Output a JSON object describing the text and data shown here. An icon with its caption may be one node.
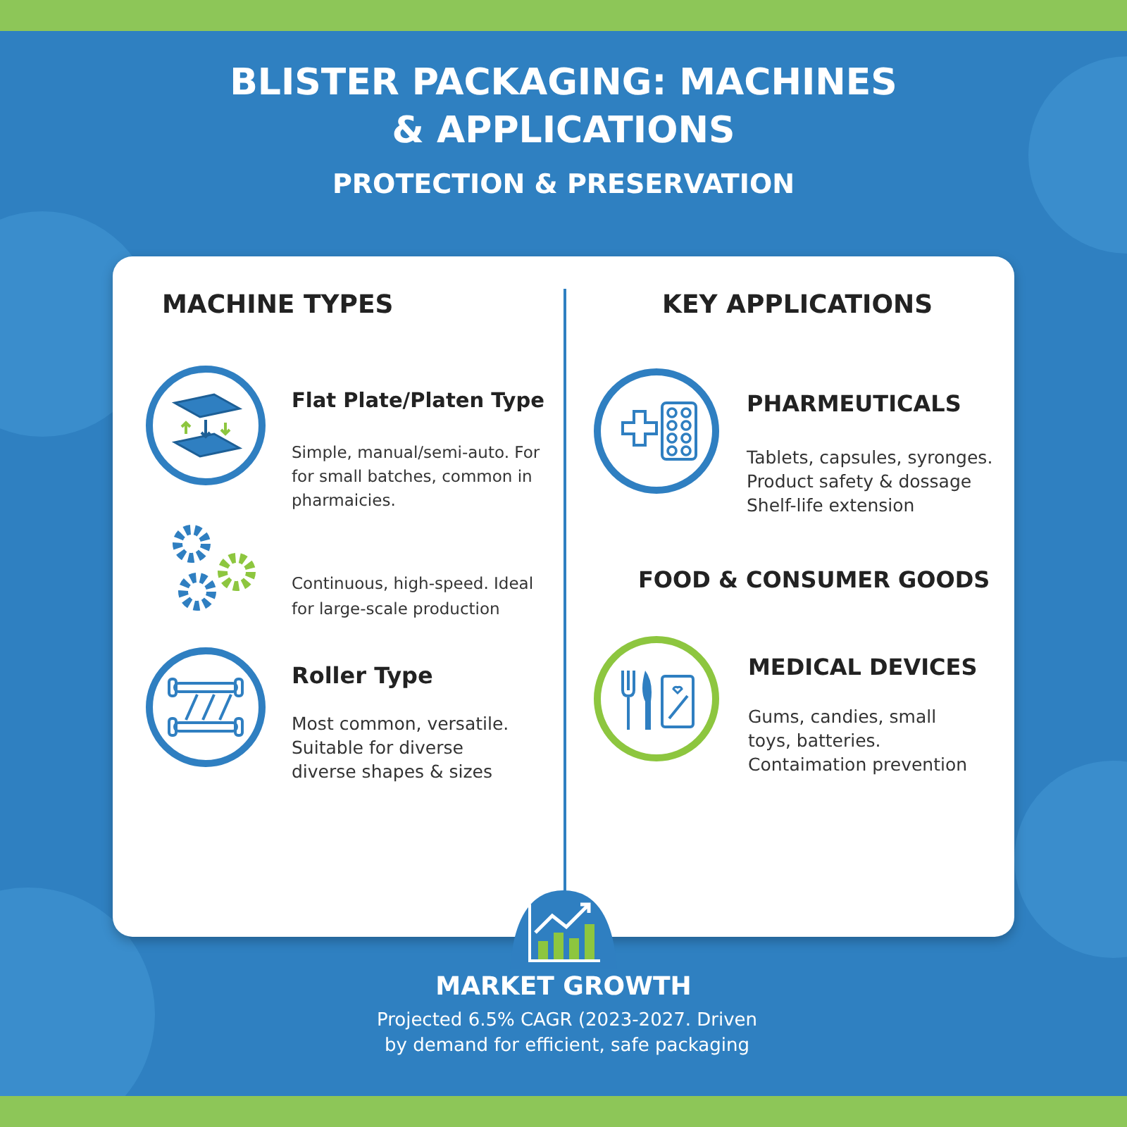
{
  "diagram": {
    "title": "BLISTER PACKAGING: MACHINES & APPLICATIONS",
    "labels": [
      "PROTECTION & PRESERVATION",
      "MACHINE TYPES",
      "Flat Plate/Platen Type",
      "Simple, manual/semi-auto. For for small batches, common in pharmaicies.",
      "Continuous, high-speed. Ideal for large-scale production",
      "Roller Type",
      "Most common, versatile. Suitable for diverse diverse shapes & sizes",
      "KEY APPLICATIONS",
      "PHARMEUTICALS",
      "Tablets, capsules, syronges. Product safety & dossage Shelf-life extension",
      "FOOD & CONSUMER GOODS",
      "MEDICAL DEVICES",
      "Gums, candies, small toys, batteries. Contaimation prevention",
      "MARKET GROWTH",
      "Projected 6.5% CAGR (2023-2027. Driven by demand for efficient, safe packaging"
    ]
  }
}
